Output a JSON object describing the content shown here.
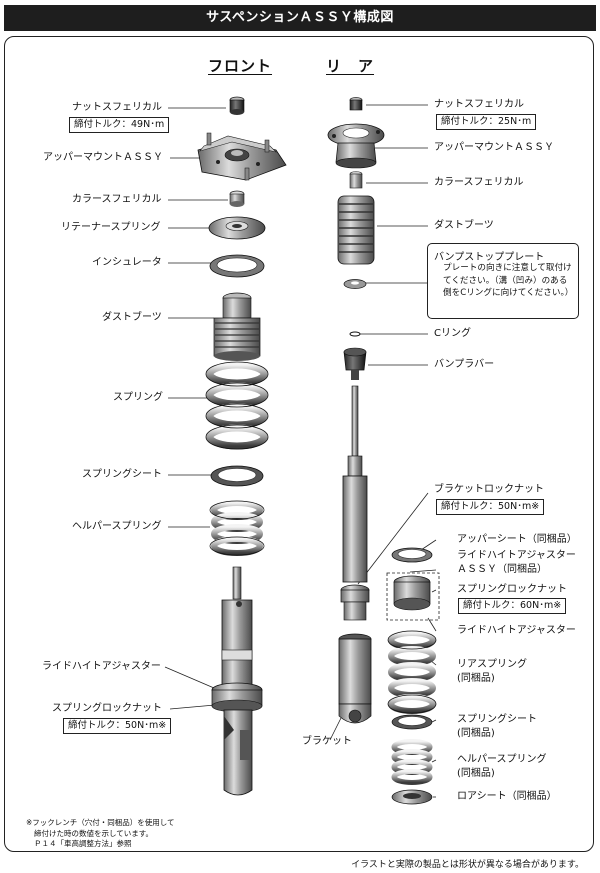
{
  "title": "サスペンションＡＳＳＹ構成図",
  "headers": {
    "front": "フロント",
    "rear": "リ　ア"
  },
  "front": {
    "nut": "ナットスフェリカル",
    "nut_torque": "締付トルク：49N･m",
    "upper_mount": "アッパーマウントＡＳＳＹ",
    "collar": "カラースフェリカル",
    "retainer": "リテーナースプリング",
    "insulator": "インシュレータ",
    "dust_boot": "ダストブーツ",
    "spring": "スプリング",
    "spring_seat": "スプリングシート",
    "helper_spring": "ヘルパースプリング",
    "ride_height_adjuster": "ライドハイトアジャスター",
    "spring_lock_nut": "スプリングロックナット",
    "lock_nut_torque": "締付トルク：50N･m※"
  },
  "rear": {
    "nut": "ナットスフェリカル",
    "nut_torque": "締付トルク：25N･m",
    "upper_mount": "アッパーマウントＡＳＳＹ",
    "collar": "カラースフェリカル",
    "dust_boot": "ダストブーツ",
    "bump_stop_title": "バンプストッププレート",
    "bump_stop_note": "プレートの向きに注意して取付けてください。（溝（凹み）のある側をCリングに向けてください。）",
    "c_ring": "Cリング",
    "bump_rubber": "バンプラバー",
    "bracket_lock_nut": "ブラケットロックナット",
    "bracket_torque": "締付トルク：50N･m※",
    "upper_seat": "アッパーシート（同梱品）",
    "rha_line1": "ライドハイトアジャスター",
    "rha_line2": "ＡＳＳＹ（同梱品）",
    "spring_lock_nut": "スプリングロックナット",
    "spring_lock_torque": "締付トルク：60N･m※",
    "ride_height_adjuster": "ライドハイトアジャスター",
    "rear_spring_line1": "リアスプリング",
    "rear_spring_line2": "(同梱品)",
    "spring_seat_line1": "スプリングシート",
    "spring_seat_line2": "(同梱品)",
    "helper_spring_line1": "ヘルパースプリング",
    "helper_spring_line2": "(同梱品)",
    "lower_seat": "ロアシート（同梱品）",
    "bracket": "ブラケット"
  },
  "footnote": {
    "line1": "※フックレンチ（穴付・同梱品）を使用して",
    "line2": "締付けた時の数値を示しています。",
    "line3": "Ｐ１４「車高調整方法」参照"
  },
  "disclaimer": "イラストと実際の製品とは形状が異なる場合があります。"
}
